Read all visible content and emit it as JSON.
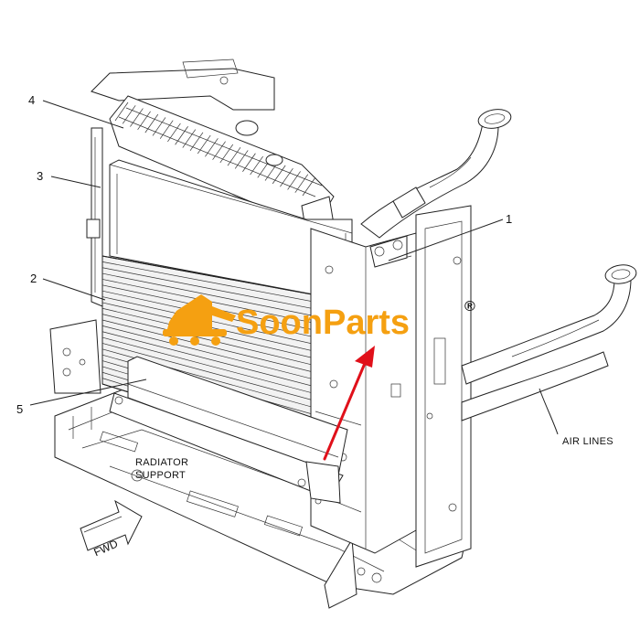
{
  "callouts": [
    {
      "id": "1",
      "text": "1"
    },
    {
      "id": "2",
      "text": "2"
    },
    {
      "id": "3",
      "text": "3"
    },
    {
      "id": "4",
      "text": "4"
    },
    {
      "id": "5",
      "text": "5"
    }
  ],
  "labels": {
    "air_lines": "AIR LINES",
    "radiator_support_line1": "RADIATOR",
    "radiator_support_line2": "SUPPORT",
    "fwd": "FWD"
  },
  "watermark": {
    "brand": "SoonParts",
    "registered": "®",
    "color": "#f5a011",
    "icon": "excavator-logo-icon"
  },
  "arrow": {
    "color": "#e0101a",
    "icon": "red-pointer-arrow-icon"
  }
}
